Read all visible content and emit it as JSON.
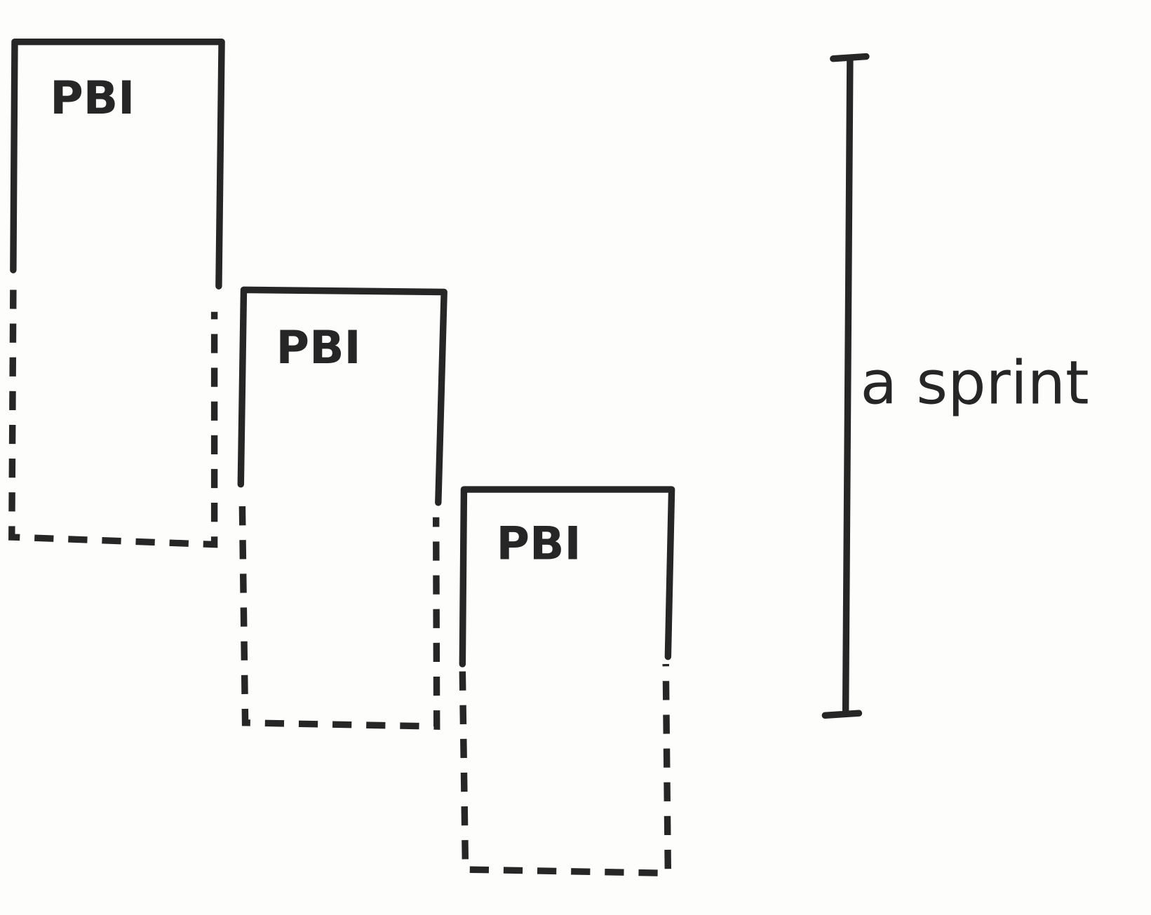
{
  "diagram": {
    "items": [
      {
        "label": "PBI"
      },
      {
        "label": "PBI"
      },
      {
        "label": "PBI"
      }
    ],
    "timespan_label": "a sprint",
    "ink_color": "#262626",
    "paper_color": "#fdfdfb"
  }
}
